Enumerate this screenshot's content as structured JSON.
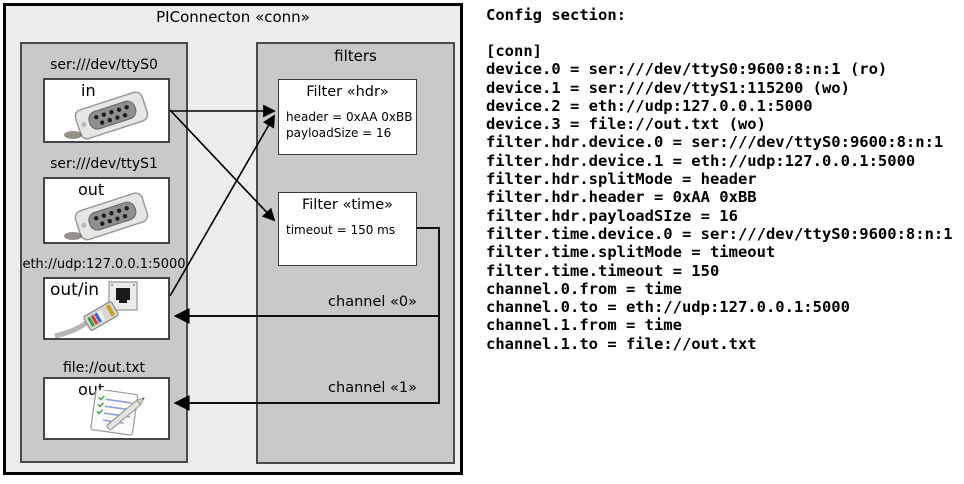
{
  "diagram": {
    "title": "PIConnecton «conn»",
    "devices": [
      {
        "url": "ser:///dev/ttyS0",
        "port": "in",
        "icon": "serial-connector-icon"
      },
      {
        "url": "ser:///dev/ttyS1",
        "port": "out",
        "icon": "serial-connector-icon"
      },
      {
        "url": "eth://udp:127.0.0.1:5000",
        "port": "out/in",
        "icon": "ethernet-connector-icon"
      },
      {
        "url": "file://out.txt",
        "port": "out",
        "icon": "notepad-icon"
      }
    ],
    "filters_panel_title": "filters",
    "filters": [
      {
        "title": "Filter «hdr»",
        "attributes": [
          "header = 0xAA 0xBB",
          "payloadSize = 16"
        ]
      },
      {
        "title": "Filter «time»",
        "attributes": [
          "timeout = 150 ms"
        ]
      }
    ],
    "channels": [
      {
        "label": "channel «0»"
      },
      {
        "label": "channel «1»"
      }
    ],
    "colors": {
      "outer_background": "#ededed",
      "panel_background": "#c9c9c9",
      "box_background": "#ffffff",
      "border": "#4a4a4a",
      "line": "#000000"
    }
  },
  "config": {
    "heading": "Config section:",
    "text": "[conn]\ndevice.0 = ser:///dev/ttyS0:9600:8:n:1 (ro)\ndevice.1 = ser:///dev/ttyS1:115200 (wo)\ndevice.2 = eth://udp:127.0.0.1:5000\ndevice.3 = file://out.txt (wo)\nfilter.hdr.device.0 = ser:///dev/ttyS0:9600:8:n:1\nfilter.hdr.device.1 = eth://udp:127.0.0.1:5000\nfilter.hdr.splitMode = header\nfilter.hdr.header = 0xAA 0xBB\nfilter.hdr.payloadSIze = 16\nfilter.time.device.0 = ser:///dev/ttyS0:9600:8:n:1\nfilter.time.splitMode = timeout\nfilter.time.timeout = 150\nchannel.0.from = time\nchannel.0.to = eth://udp:127.0.0.1:5000\nchannel.1.from = time\nchannel.1.to = file://out.txt"
  }
}
